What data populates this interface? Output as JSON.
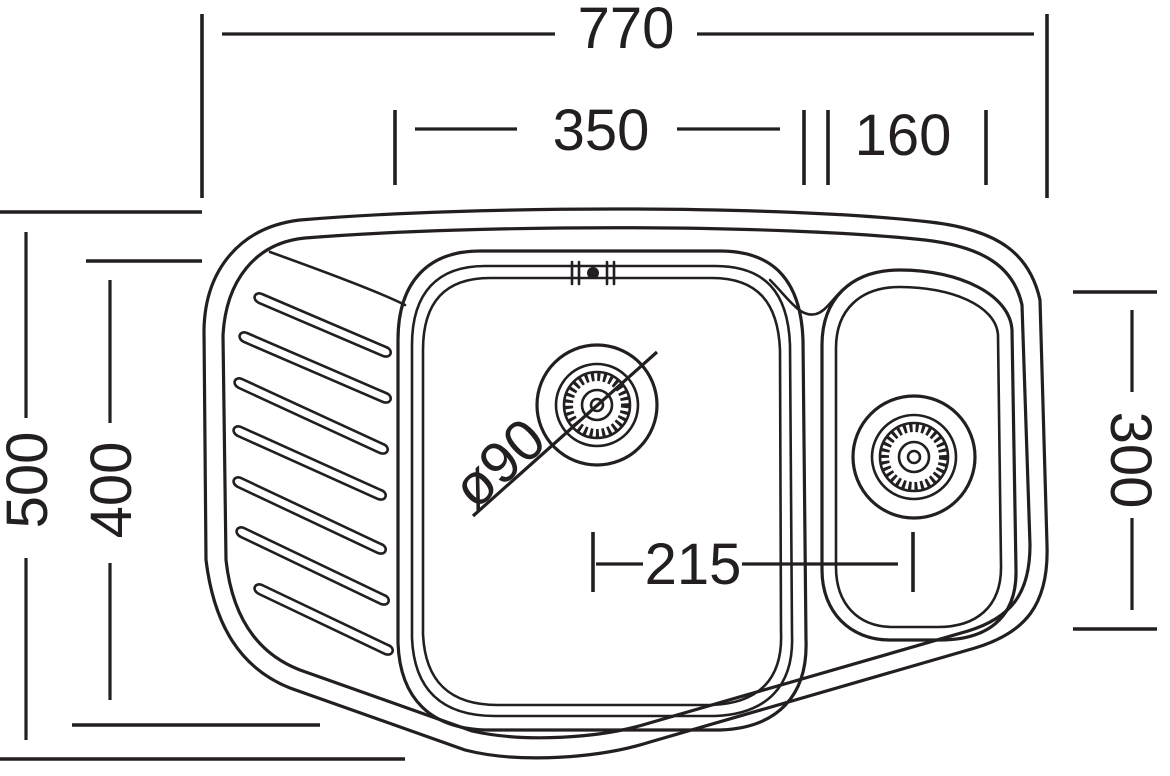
{
  "dimensions": {
    "overall_width": "770",
    "main_bowl_width": "350",
    "small_bowl_width": "160",
    "overall_depth": "500",
    "main_bowl_depth": "400",
    "small_bowl_depth": "300",
    "drain_spacing": "215",
    "drain_diameter": "ø90"
  },
  "colors": {
    "line": "#231f20",
    "background": "#ffffff"
  }
}
